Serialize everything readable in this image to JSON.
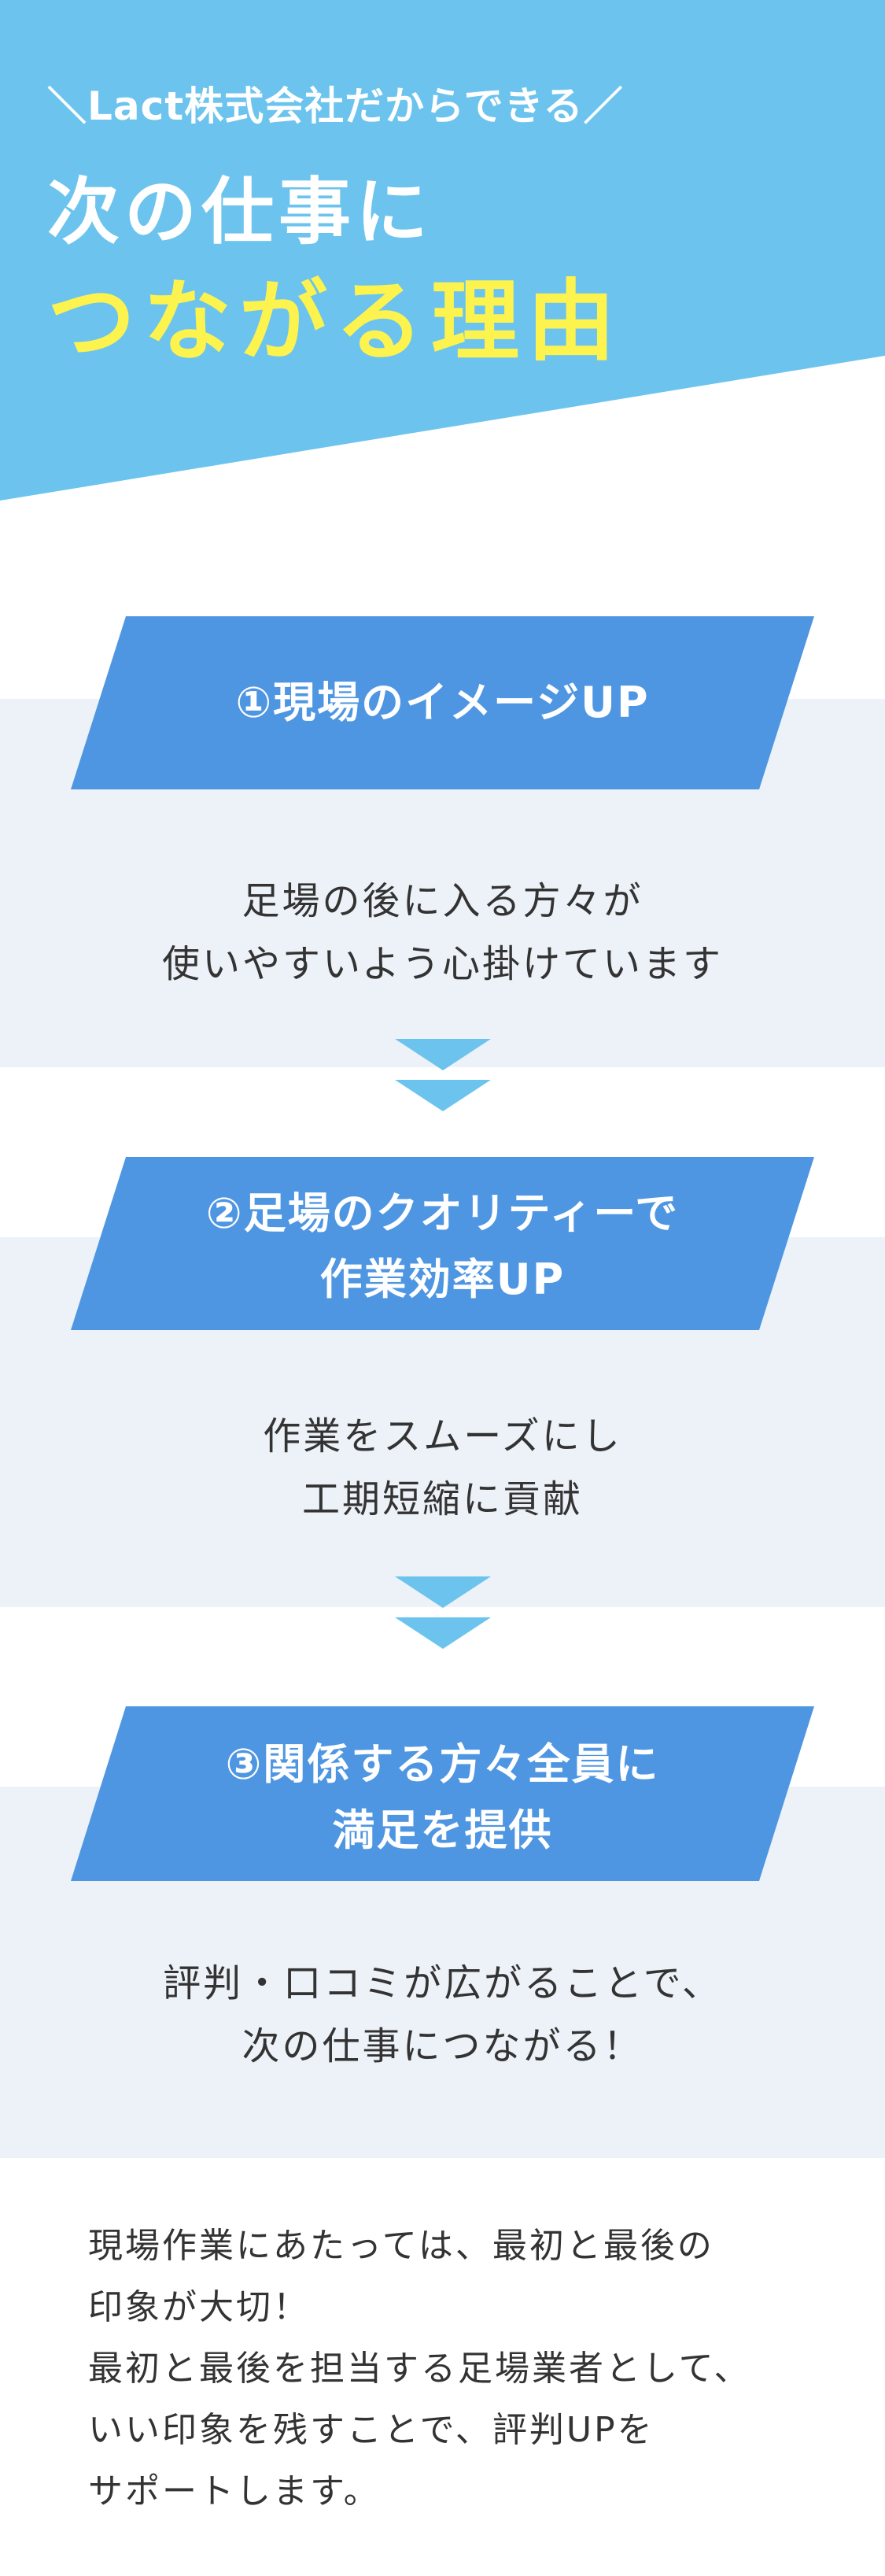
{
  "hero": {
    "subtitle": "＼Lact株式会社だからできる／",
    "title_line1": "次の仕事に",
    "title_line2": "つながる理由"
  },
  "sections": [
    {
      "heading_lines": [
        "①現場のイメージUP"
      ],
      "body_lines": [
        "足場の後に入る方々が",
        "使いやすいよう心掛けています"
      ]
    },
    {
      "heading_lines": [
        "②足場のクオリティーで",
        "作業効率UP"
      ],
      "body_lines": [
        "作業をスムーズにし",
        "工期短縮に貢献"
      ]
    },
    {
      "heading_lines": [
        "③関係する方々全員に",
        "満足を提供"
      ],
      "body_lines": [
        "評判・口コミが広がることで、",
        "次の仕事につながる！"
      ]
    }
  ],
  "footer_lines": [
    "現場作業にあたっては、最初と最後の",
    "印象が大切！",
    "最初と最後を担当する足場業者として、",
    "いい印象を残すことで、評判UPを",
    "サポートします。"
  ],
  "colors": {
    "hero_bg": "#6cc4ee",
    "accent_yellow": "#fdf34e",
    "tag_blue": "#4e96e2",
    "band_bg": "#ecf2f8",
    "arrow": "#6cc4ee"
  },
  "icons": {
    "arrow": "double-chevron-down-icon"
  }
}
